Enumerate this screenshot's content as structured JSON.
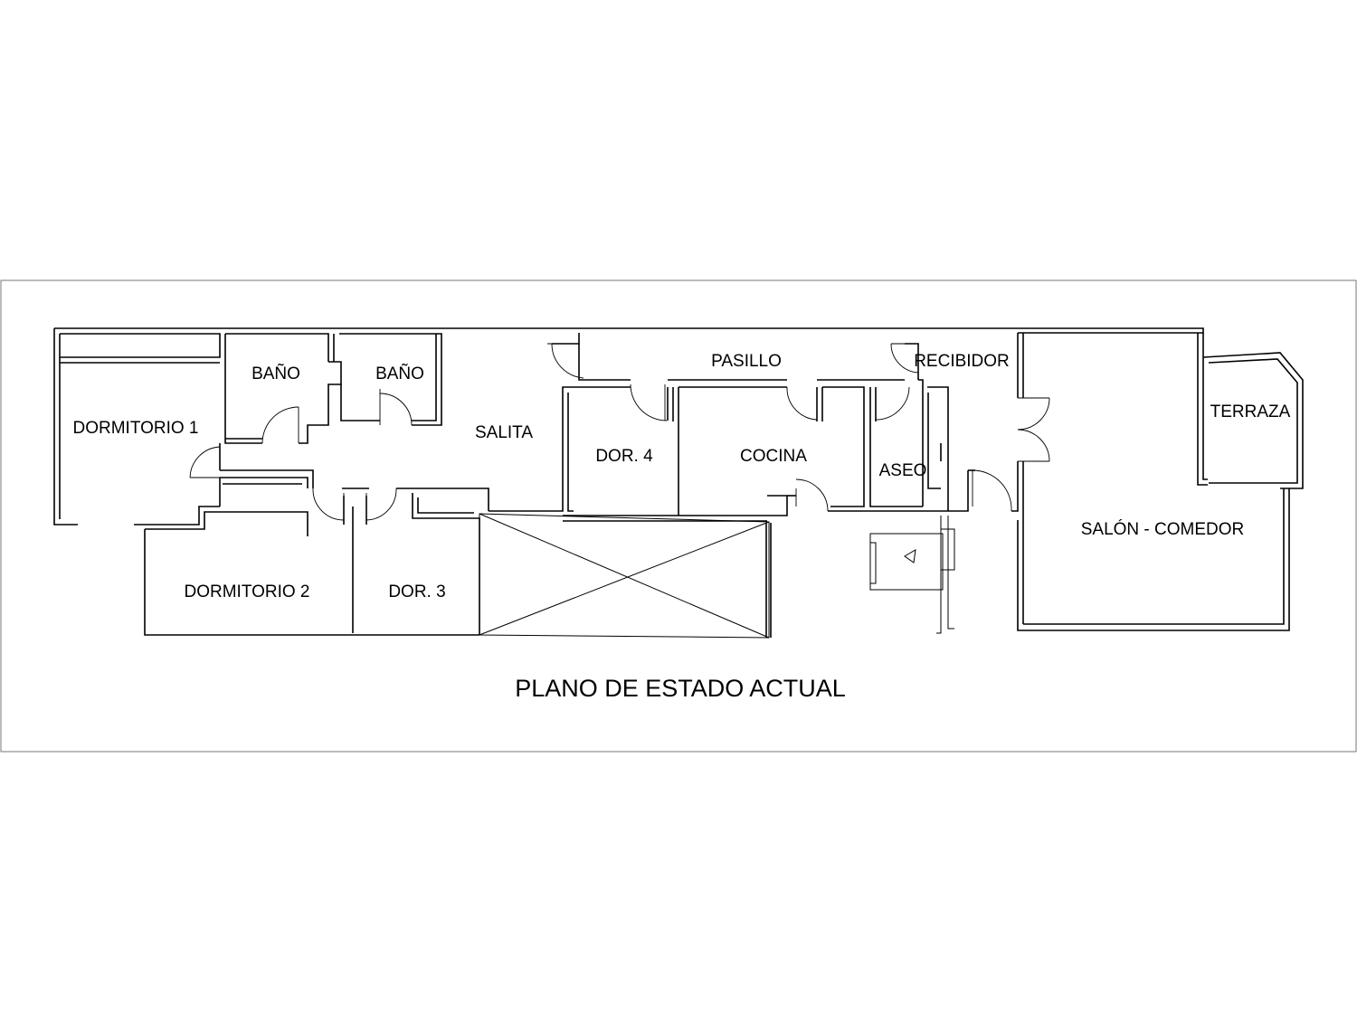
{
  "rooms": {
    "dormitorio_1": "DORMITORIO 1",
    "bano_1": "BAÑO",
    "bano_2": "BAÑO",
    "salita": "SALITA",
    "pasillo": "PASILLO",
    "recibidor": "RECIBIDOR",
    "dor_4": "DOR. 4",
    "cocina": "COCINA",
    "aseo": "ASEO",
    "terraza": "TERRAZA",
    "salon_comedor": "SALÓN - COMEDOR",
    "dormitorio_2": "DORMITORIO 2",
    "dor_3": "DOR. 3"
  },
  "title": "PLANO DE ESTADO ACTUAL"
}
